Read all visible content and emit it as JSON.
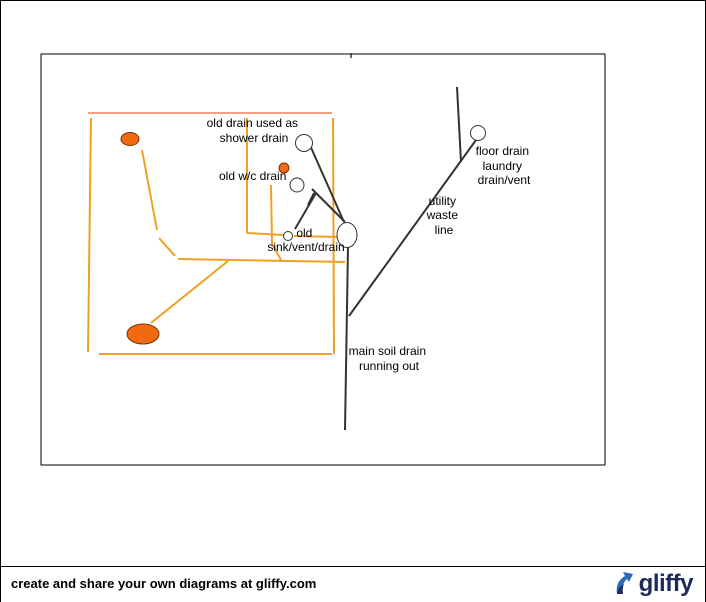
{
  "diagram": {
    "labels": {
      "old_drain_shower": [
        "old drain used as",
        "shower drain"
      ],
      "old_wc_drain": "old w/c drain",
      "old_sink": [
        "old",
        "sink/vent/drain"
      ],
      "floor_drain": [
        "floor drain",
        "laundry",
        "drain/vent"
      ],
      "utility_waste": [
        "utility",
        "waste",
        "line"
      ],
      "main_soil": [
        "main soil drain",
        "running out"
      ]
    },
    "colors": {
      "pipe_orange": "#f0a020",
      "pipe_salmon": "#f4a080",
      "pipe_dark": "#333333",
      "fixture_fill": "#f26a10",
      "fixture_stroke": "#7a3000"
    }
  },
  "footer": {
    "tagline": "create and share your own diagrams at gliffy.com",
    "logo_text": "gliffy"
  }
}
